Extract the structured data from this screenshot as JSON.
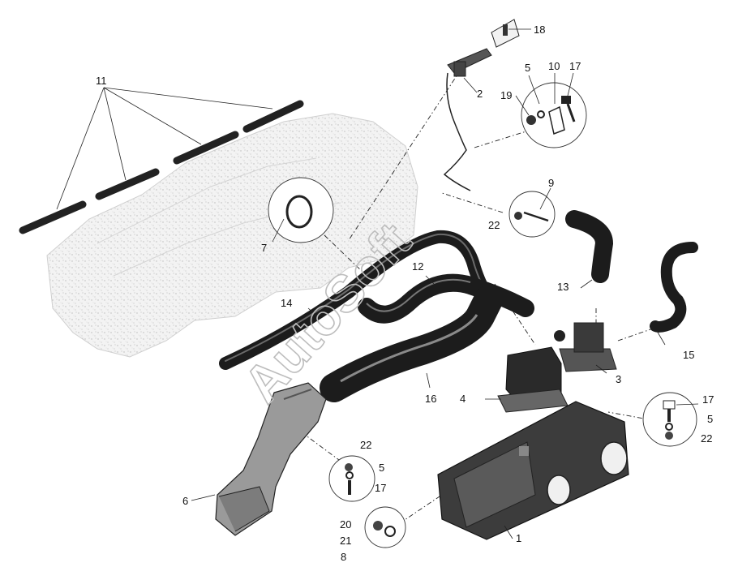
{
  "watermark": "AutoSoft",
  "callouts": {
    "c1": "1",
    "c2": "2",
    "c3": "3",
    "c4": "4",
    "c5a": "5",
    "c5b": "5",
    "c5c": "5",
    "c6": "6",
    "c7": "7",
    "c8": "8",
    "c9": "9",
    "c10": "10",
    "c11": "11",
    "c12": "12",
    "c13": "13",
    "c14": "14",
    "c15": "15",
    "c16": "16",
    "c17a": "17",
    "c17b": "17",
    "c17c": "17",
    "c18": "18",
    "c19": "19",
    "c20": "20",
    "c21": "21",
    "c22a": "22",
    "c22b": "22",
    "c22c": "22"
  }
}
